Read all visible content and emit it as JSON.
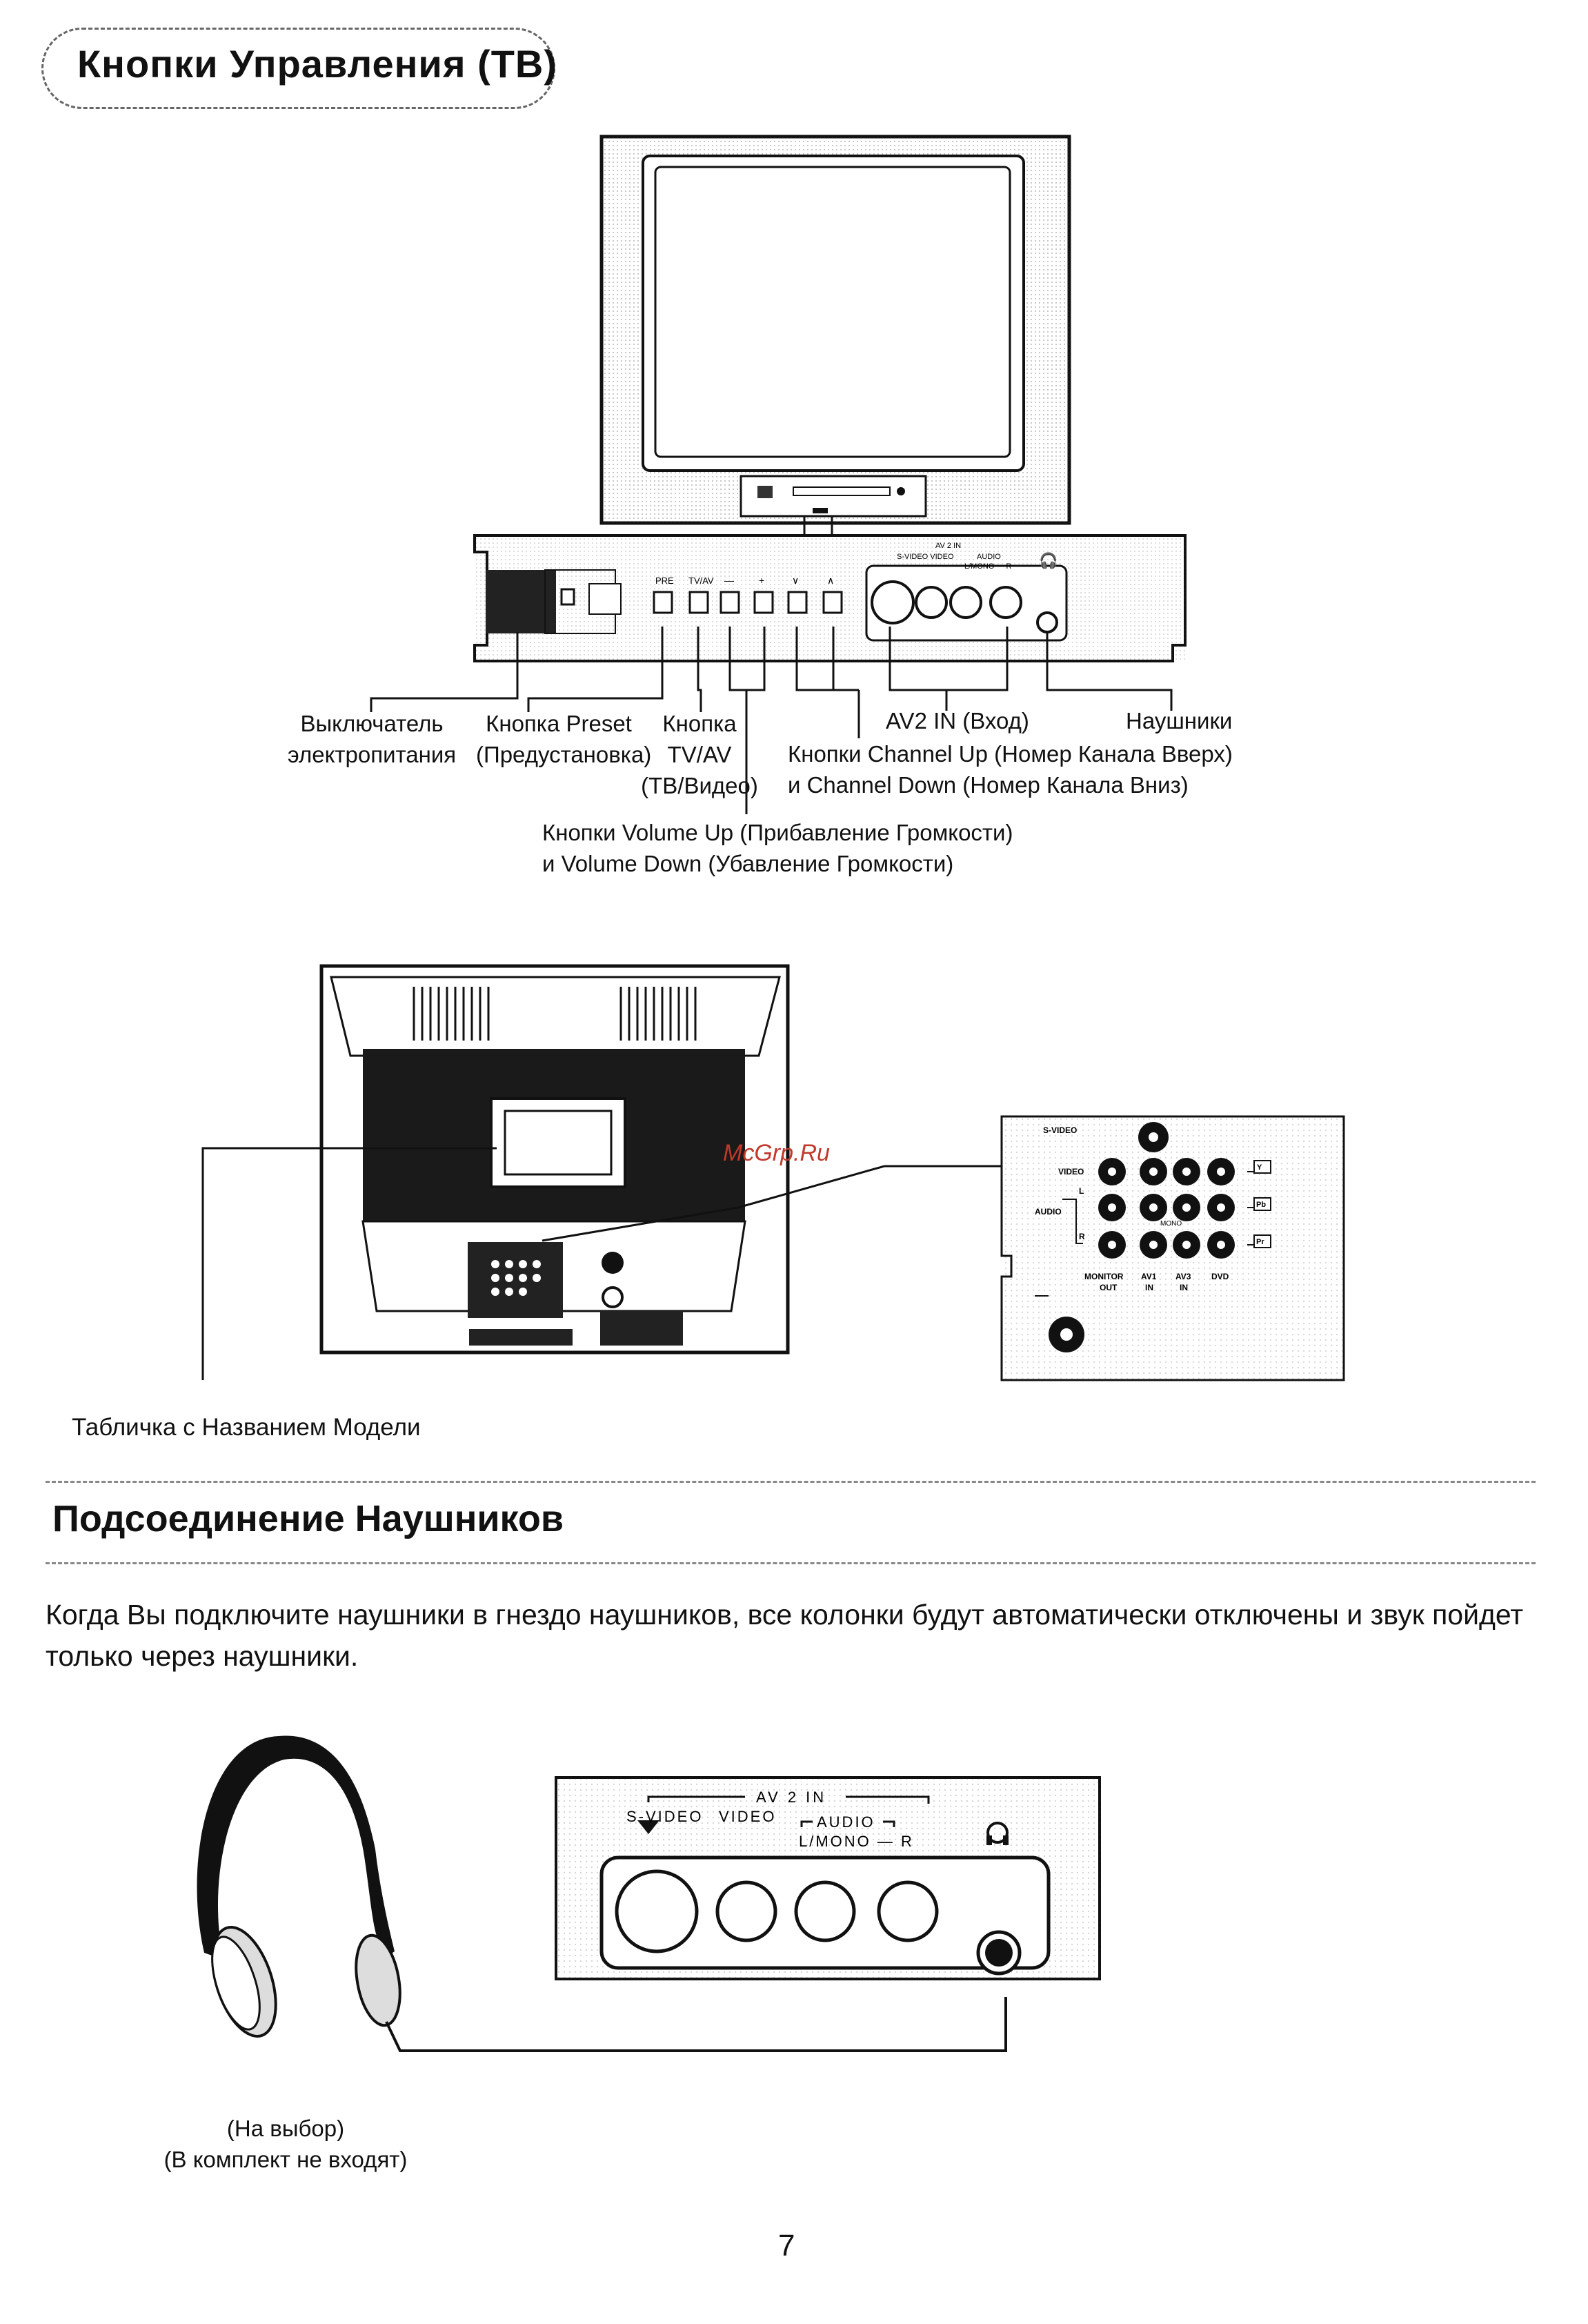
{
  "header": {
    "title": "Кнопки Управления (ТВ)"
  },
  "front_panel": {
    "button_tags": [
      "PRE",
      "TV/AV",
      "—",
      "+",
      "∨",
      "∧"
    ],
    "av2_tags": [
      "AV 2 IN",
      "S-VIDEO  VIDEO",
      "AUDIO",
      "L/MONO — R"
    ]
  },
  "labels": {
    "power_1": "Выключатель",
    "power_2": "электропитания",
    "preset_1": "Кнопка Preset",
    "preset_2": "(Предустановка)",
    "tvav_1": "Кнопка",
    "tvav_2": "TV/AV",
    "tvav_3": "(ТВ/Видео)",
    "channel_1": "Кнопки Channel Up (Номер Канала Вверх)",
    "channel_2": "и Channel Down (Номер Канала Вниз)",
    "av2": "AV2 IN (Вход)",
    "headphones": "Наушники",
    "volume_1": "Кнопки Volume Up (Прибавление Громкости)",
    "volume_2": "и Volume Down (Убавление Громкости)",
    "model_plate": "Табличка с Названием Модели"
  },
  "rear_jacks": {
    "s_video": "S-VIDEO",
    "video": "VIDEO",
    "audio": "AUDIO",
    "l": "L",
    "r": "R",
    "mono": "MONO",
    "y": "Y",
    "pb": "Pb",
    "pr": "Pr",
    "monitor_out_1": "MONITOR",
    "monitor_out_2": "OUT",
    "av1_1": "AV1",
    "av1_2": "IN",
    "av3_1": "AV3",
    "av3_2": "IN",
    "dvd": "DVD"
  },
  "watermark": "McGrp.Ru",
  "section2": {
    "title": "Подсоединение Наушников",
    "paragraph": "Когда Вы подключите наушники в гнездо наушников, все колонки будут автоматически отключены и звук пойдет только через наушники."
  },
  "detail_panel": {
    "av2_in": "AV  2  IN",
    "s_video": "S-VIDEO",
    "video": "VIDEO",
    "audio": "AUDIO",
    "lmono": "L/MONO — R"
  },
  "optional": {
    "line1": "(На выбор)",
    "line2": "(В комплект не входят)"
  },
  "page_number": "7"
}
